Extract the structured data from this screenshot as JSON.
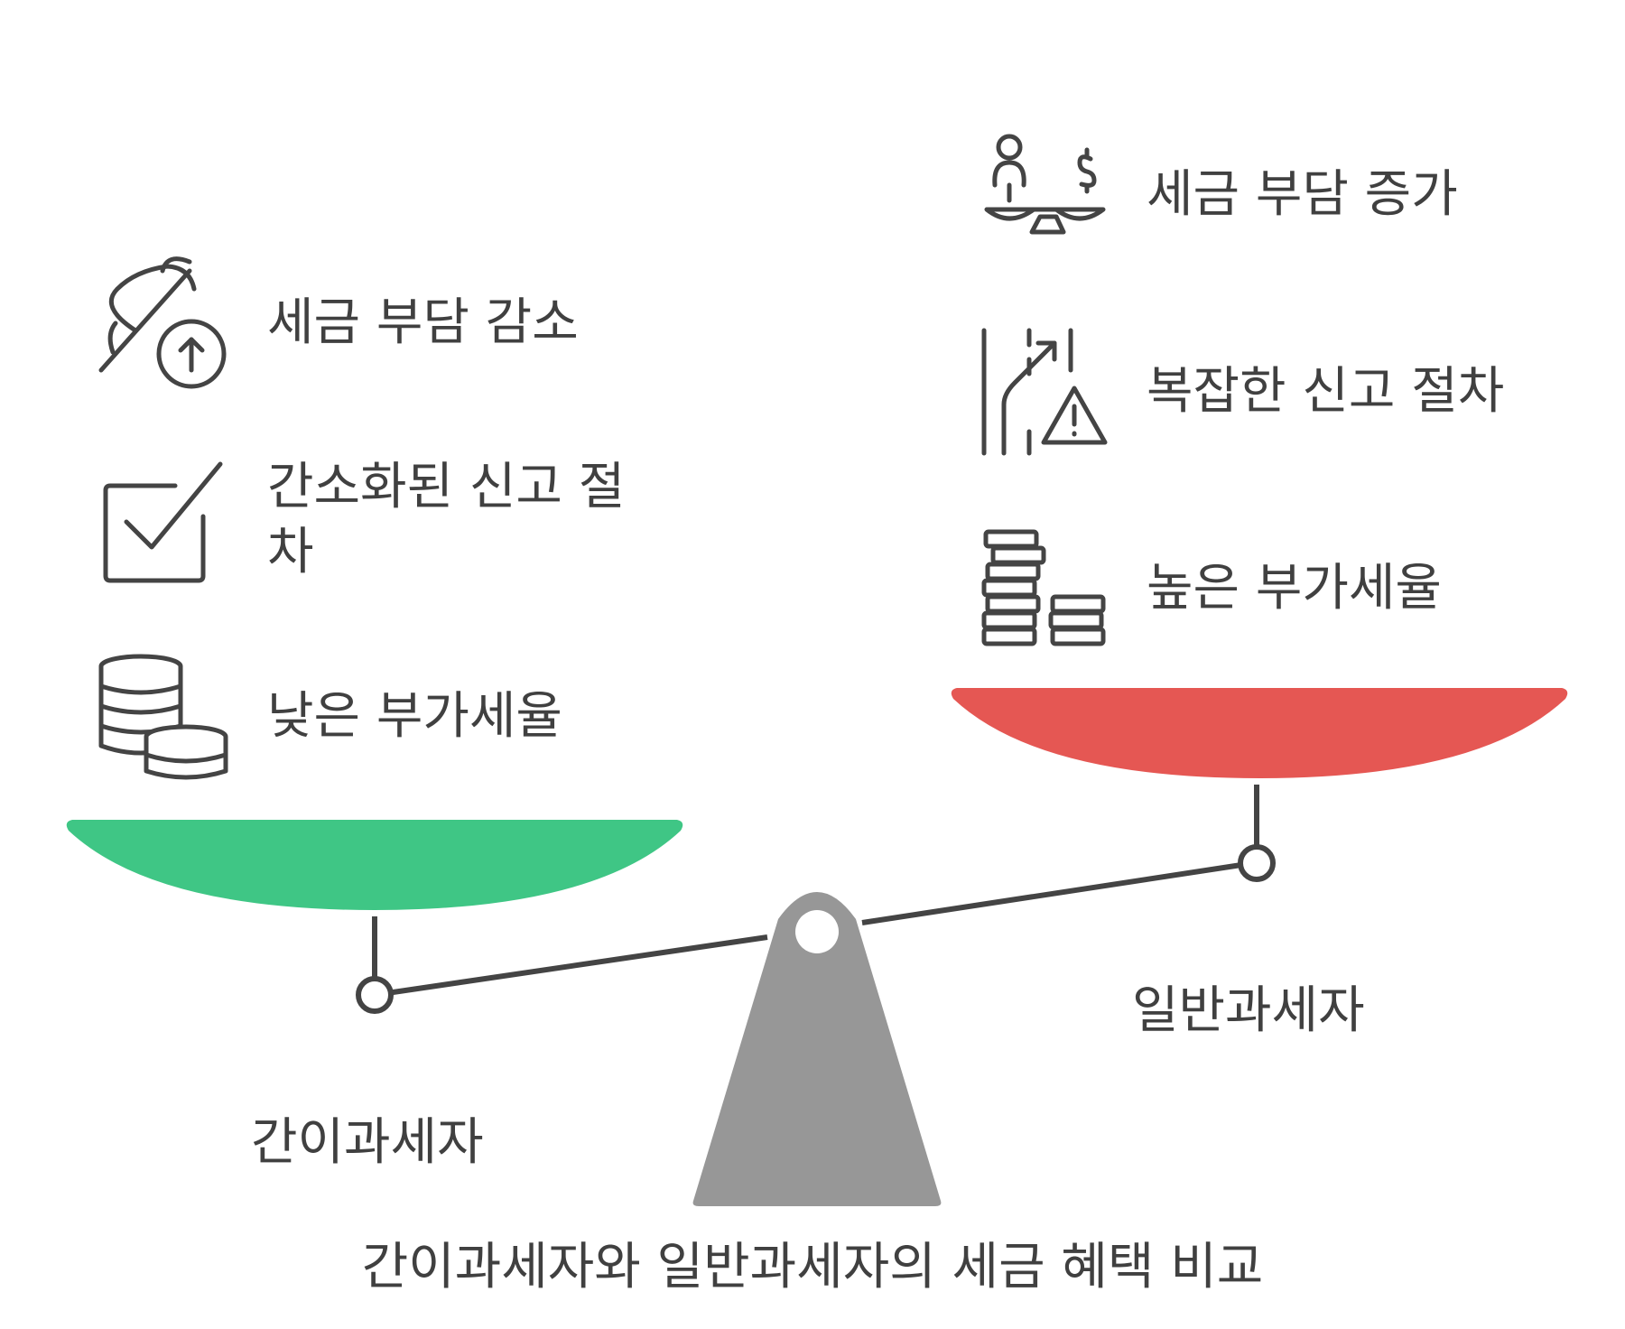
{
  "diagram": {
    "caption": "간이과세자와 일반과세자의 세금 혜택 비교",
    "left_side": {
      "name": "간이과세자",
      "color": "#3fc685",
      "items": [
        {
          "icon": "feather-up-icon",
          "label": "세금 부담 감소"
        },
        {
          "icon": "checkbox-icon",
          "label": "간소화된 신고 절차"
        },
        {
          "icon": "coins-icon",
          "label": "낮은 부가세율"
        }
      ]
    },
    "right_side": {
      "name": "일반과세자",
      "color": "#e55753",
      "items": [
        {
          "icon": "person-dollar-scale-icon",
          "label": "세금 부담 증가"
        },
        {
          "icon": "road-warning-icon",
          "label": "복잡한 신고 절차"
        },
        {
          "icon": "stacked-bars-icon",
          "label": "높은 부가세율"
        }
      ]
    },
    "fulcrum_color": "#979797",
    "line_color": "#444444"
  }
}
